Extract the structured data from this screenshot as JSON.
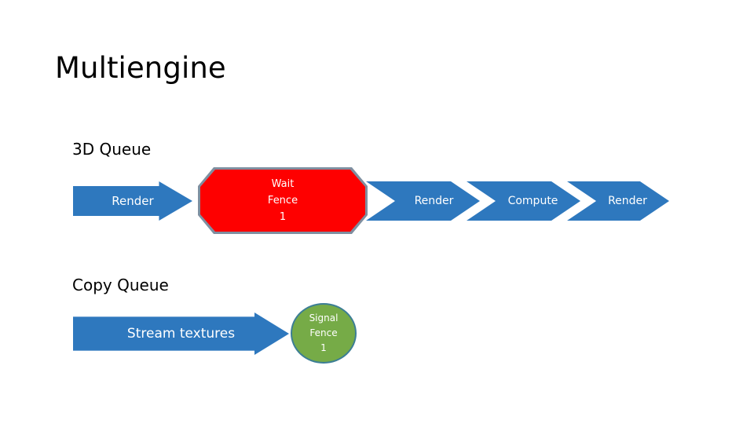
{
  "slide": {
    "title": "Multiengine",
    "background_color": "#FFFFFF"
  },
  "colors": {
    "arrow_blue": "#2E78BE",
    "chevron_blue": "#2E78BE",
    "wait_fence_red": "#FE0000",
    "wait_fence_border": "#7F8FA0",
    "signal_fence_green": "#76AB47",
    "signal_fence_border": "#3C7E95",
    "text_on_shape": "#FFFFFF",
    "label_text": "#000000"
  },
  "queues": [
    {
      "label": "3D Queue",
      "items": [
        {
          "name": "render-arrow-1",
          "shape": "right-arrow",
          "color": "#2E78BE",
          "lines": [
            "Render"
          ]
        },
        {
          "name": "wait-fence-octagon",
          "shape": "octagon",
          "color": "#FE0000",
          "border_color": "#7F8FA0",
          "lines": [
            "Wait",
            "Fence",
            "1"
          ]
        },
        {
          "name": "render-chevron-2",
          "shape": "chevron",
          "color": "#2E78BE",
          "lines": [
            "Render"
          ]
        },
        {
          "name": "compute-chevron",
          "shape": "chevron",
          "color": "#2E78BE",
          "lines": [
            "Compute"
          ]
        },
        {
          "name": "render-chevron-3",
          "shape": "chevron",
          "color": "#2E78BE",
          "lines": [
            "Render"
          ]
        }
      ]
    },
    {
      "label": "Copy Queue",
      "items": [
        {
          "name": "stream-textures-arrow",
          "shape": "right-arrow",
          "color": "#2E78BE",
          "lines": [
            "Stream textures"
          ]
        },
        {
          "name": "signal-fence-circle",
          "shape": "circle",
          "color": "#76AB47",
          "border_color": "#3C7E95",
          "lines": [
            "Signal",
            "Fence",
            "1"
          ]
        }
      ]
    }
  ],
  "text": {
    "title": "Multiengine",
    "queue_3d_label": "3D Queue",
    "queue_copy_label": "Copy Queue",
    "render_1": "Render",
    "wait_line_1": "Wait",
    "wait_line_2": "Fence",
    "wait_line_3": "1",
    "render_2": "Render",
    "compute": "Compute",
    "render_3": "Render",
    "stream_textures": "Stream textures",
    "signal_line_1": "Signal",
    "signal_line_2": "Fence",
    "signal_line_3": "1"
  }
}
